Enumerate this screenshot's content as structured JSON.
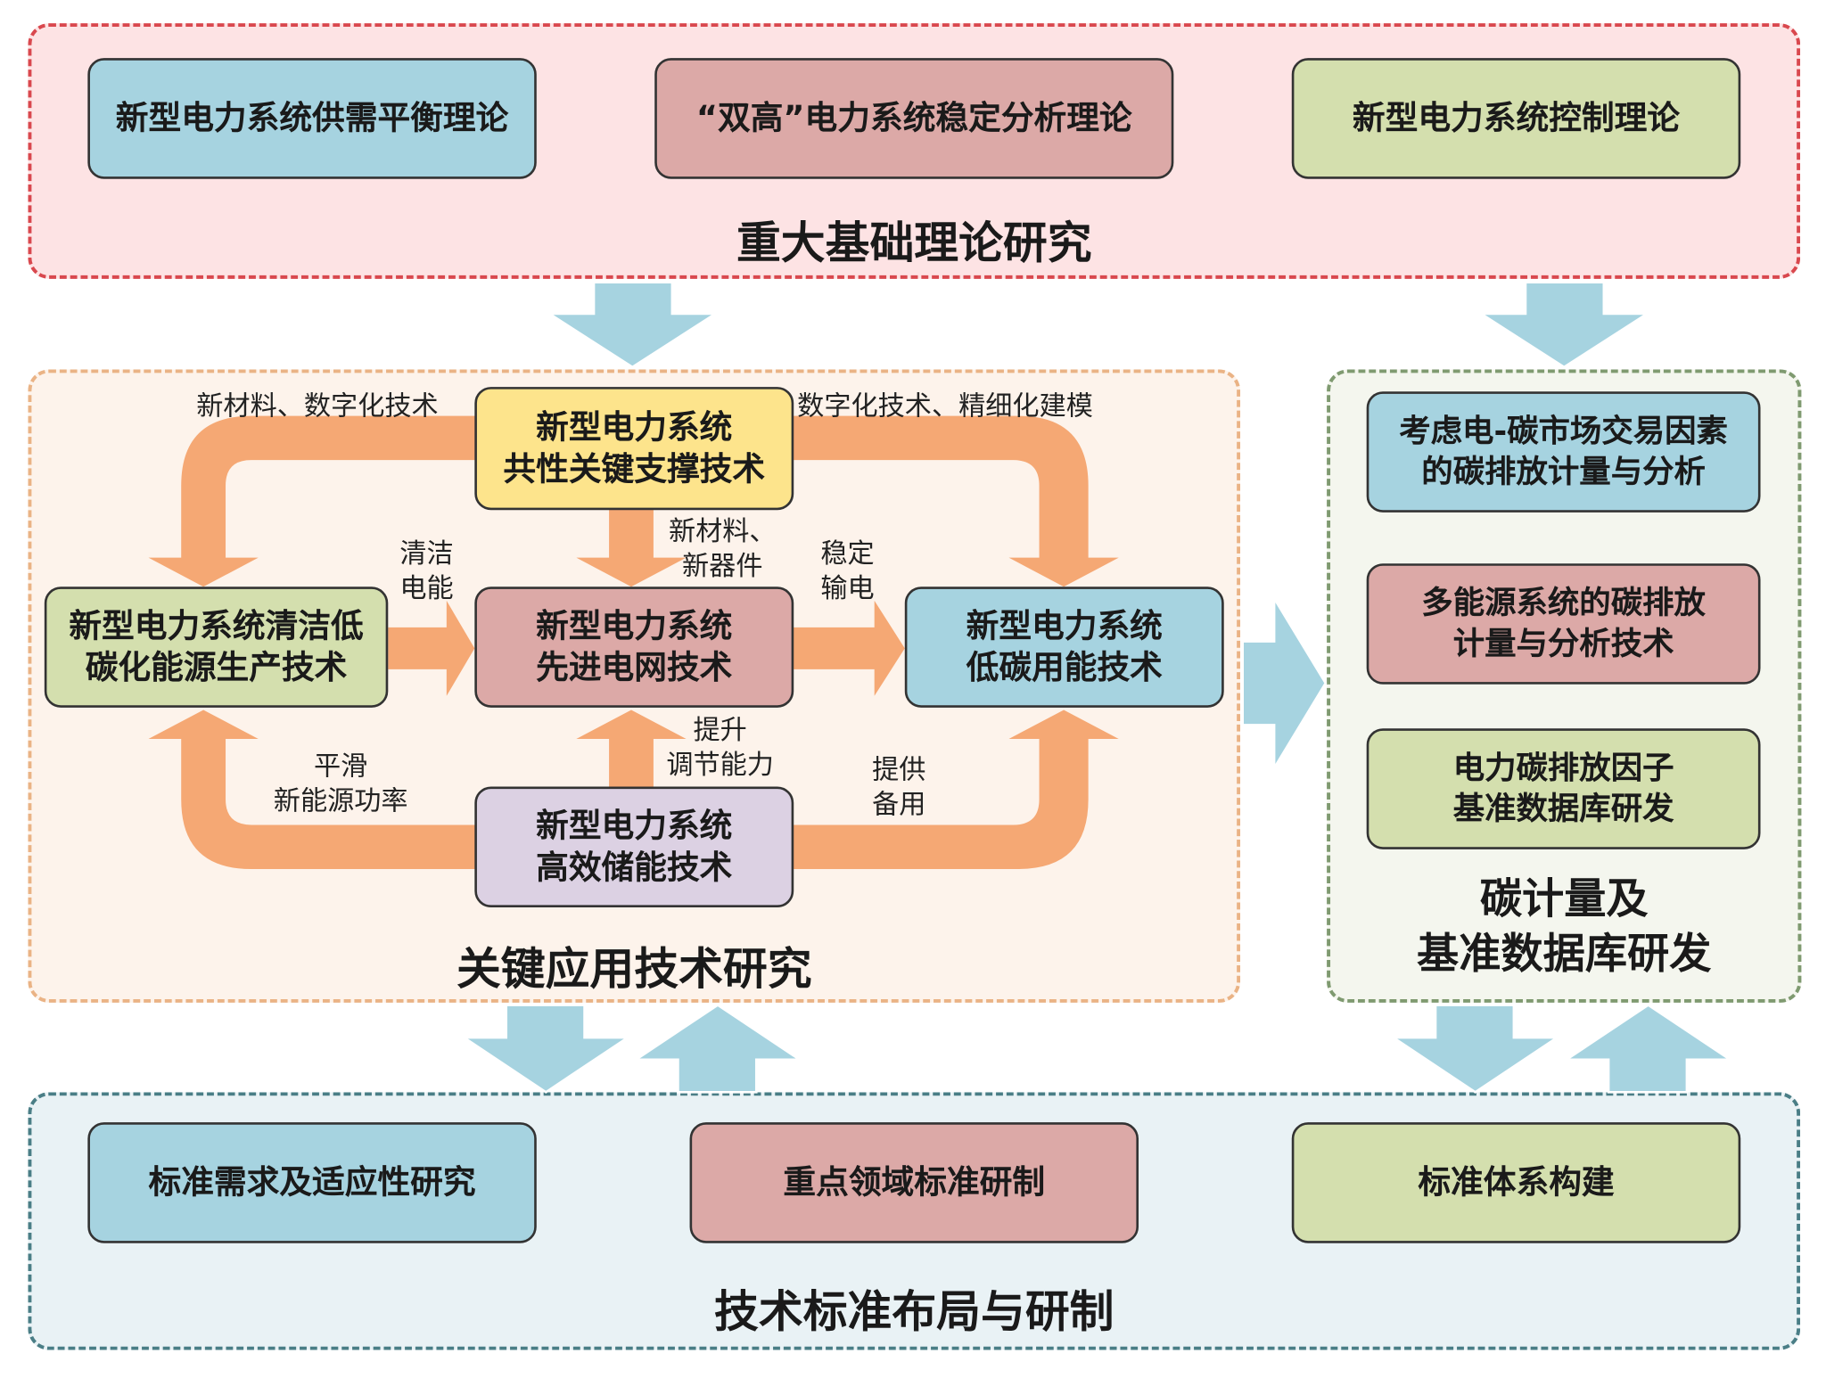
{
  "theory": {
    "title": "重大基础理论研究",
    "box1": "新型电力系统供需平衡理论",
    "box2": "“双高”电力系统稳定分析理论",
    "box3": "新型电力系统控制理论"
  },
  "key": {
    "title": "关键应用技术研究",
    "common": {
      "line1": "新型电力系统",
      "line2": "共性关键支撑技术"
    },
    "clean": {
      "line1": "新型电力系统清洁低",
      "line2": "碳化能源生产技术"
    },
    "grid": {
      "line1": "新型电力系统",
      "line2": "先进电网技术"
    },
    "lowcarbon": {
      "line1": "新型电力系统",
      "line2": "低碳用能技术"
    },
    "storage": {
      "line1": "新型电力系统",
      "line2": "高效储能技术"
    },
    "labels": {
      "top_left": "新材料、数字化技术",
      "top_right": "数字化技术、精细化建模",
      "new_material": {
        "line1": "新材料、",
        "line2": "新器件"
      },
      "clean_power": {
        "line1": "清洁",
        "line2": "电能"
      },
      "stable_trans": {
        "line1": "稳定",
        "line2": "输电"
      },
      "smooth": {
        "line1": "平滑",
        "line2": "新能源功率"
      },
      "improve": {
        "line1": "提升",
        "line2": "调节能力"
      },
      "backup": {
        "line1": "提供",
        "line2": "备用"
      }
    }
  },
  "carbon": {
    "title": {
      "line1": "碳计量及",
      "line2": "基准数据库研发"
    },
    "box1": {
      "line1": "考虑电-碳市场交易因素",
      "line2": "的碳排放计量与分析"
    },
    "box2": {
      "line1": "多能源系统的碳排放",
      "line2": "计量与分析技术"
    },
    "box3": {
      "line1": "电力碳排放因子",
      "line2": "基准数据库研发"
    }
  },
  "standard": {
    "title": "技术标准布局与研制",
    "box1": "标准需求及适应性研究",
    "box2": "重点领域标准研制",
    "box3": "标准体系构建"
  },
  "colors": {
    "flow_arrow": "#f5a874",
    "link_arrow": "#a6d3e0",
    "blue_box": "#a6d3e0",
    "red_box": "#dca9a7",
    "green_box": "#d4dfae",
    "yellow_box": "#fde48c",
    "purple_box": "#dcd1e3"
  }
}
